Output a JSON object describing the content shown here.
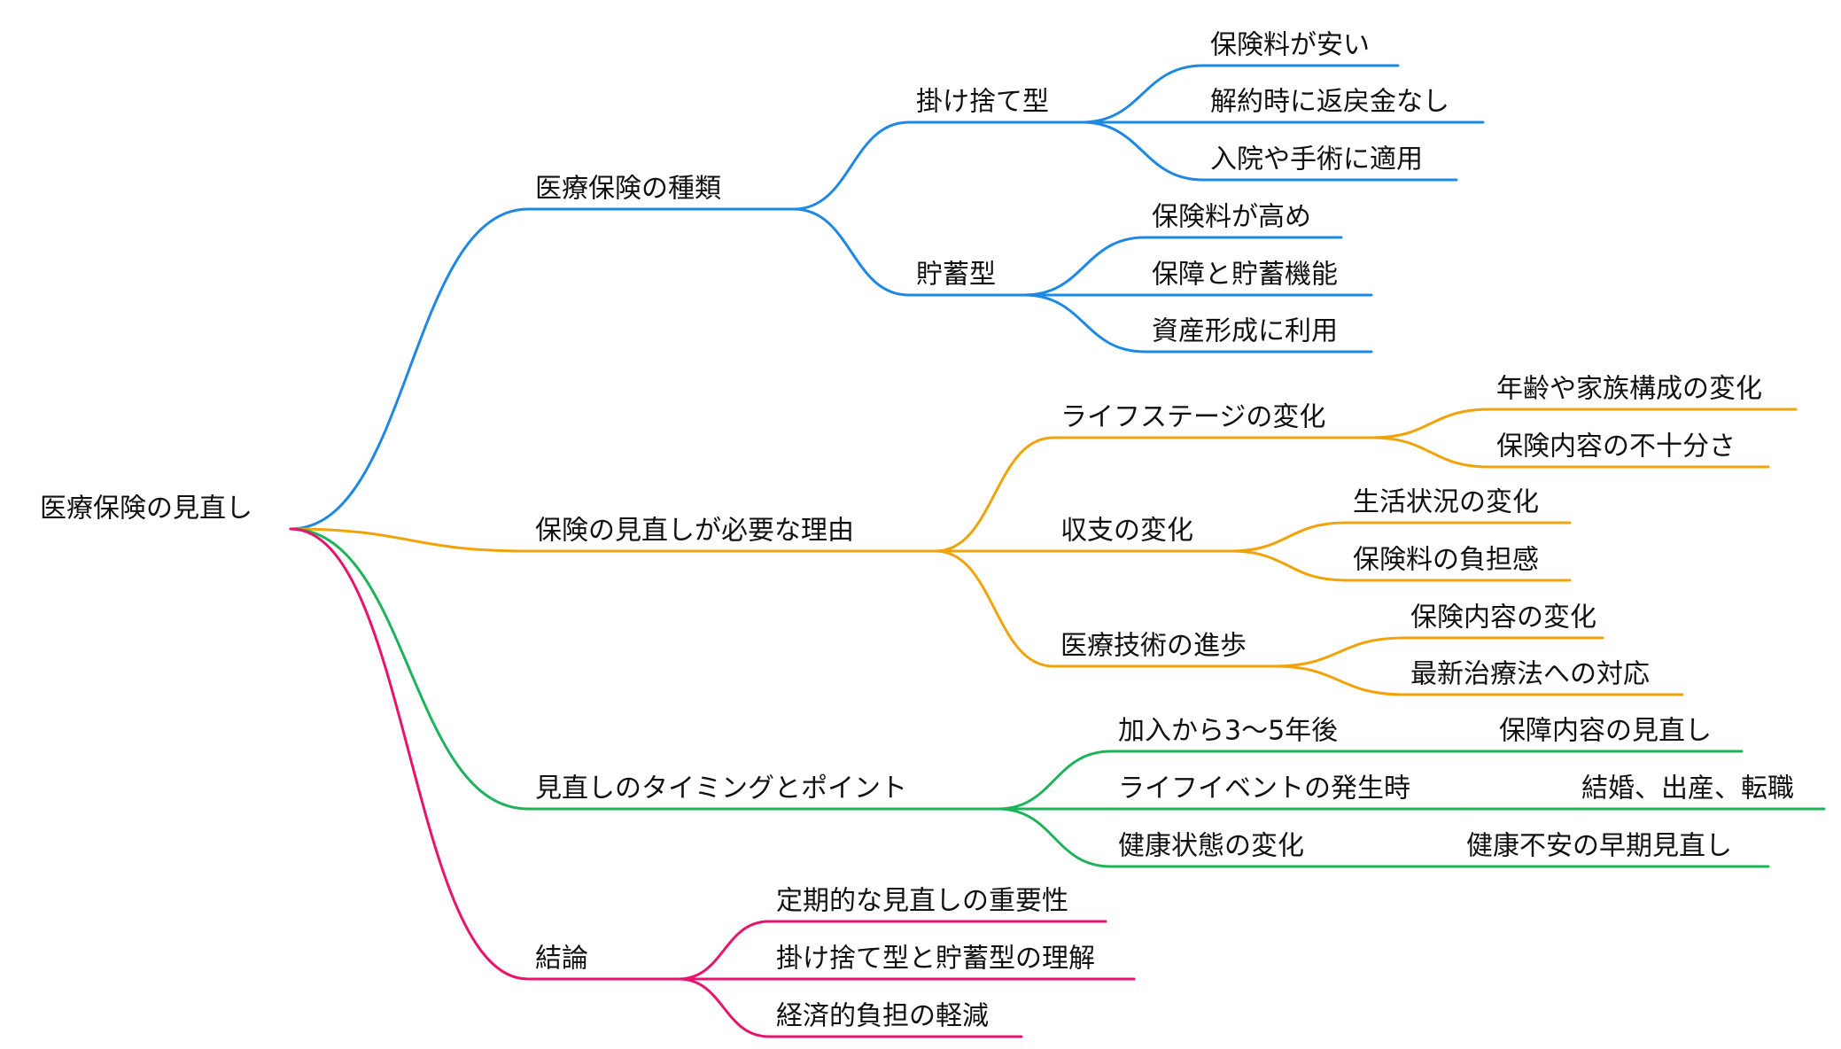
{
  "branch_colors": {
    "blue": "#1e88e5",
    "orange": "#f0a30a",
    "green": "#1db35a",
    "pink": "#e8146c"
  },
  "mindmap": {
    "root": {
      "label": "医療保険の見直し"
    },
    "branches": [
      {
        "label": "医療保険の種類",
        "color": "blue",
        "children": [
          {
            "label": "掛け捨て型",
            "children": [
              {
                "label": "保険料が安い"
              },
              {
                "label": "解約時に返戻金なし"
              },
              {
                "label": "入院や手術に適用"
              }
            ]
          },
          {
            "label": "貯蓄型",
            "children": [
              {
                "label": "保険料が高め"
              },
              {
                "label": "保障と貯蓄機能"
              },
              {
                "label": "資産形成に利用"
              }
            ]
          }
        ]
      },
      {
        "label": "保険の見直しが必要な理由",
        "color": "orange",
        "children": [
          {
            "label": "ライフステージの変化",
            "children": [
              {
                "label": "年齢や家族構成の変化"
              },
              {
                "label": "保険内容の不十分さ"
              }
            ]
          },
          {
            "label": "収支の変化",
            "children": [
              {
                "label": "生活状況の変化"
              },
              {
                "label": "保険料の負担感"
              }
            ]
          },
          {
            "label": "医療技術の進歩",
            "children": [
              {
                "label": "保険内容の変化"
              },
              {
                "label": "最新治療法への対応"
              }
            ]
          }
        ]
      },
      {
        "label": "見直しのタイミングとポイント",
        "color": "green",
        "children": [
          {
            "label": "加入から3〜5年後",
            "children": [
              {
                "label": "保障内容の見直し"
              }
            ]
          },
          {
            "label": "ライフイベントの発生時",
            "children": [
              {
                "label": "結婚、出産、転職"
              }
            ]
          },
          {
            "label": "健康状態の変化",
            "children": [
              {
                "label": "健康不安の早期見直し"
              }
            ]
          }
        ]
      },
      {
        "label": "結論",
        "color": "pink",
        "children": [
          {
            "label": "定期的な見直しの重要性"
          },
          {
            "label": "掛け捨て型と貯蓄型の理解"
          },
          {
            "label": "経済的負担の軽減"
          }
        ]
      }
    ]
  }
}
